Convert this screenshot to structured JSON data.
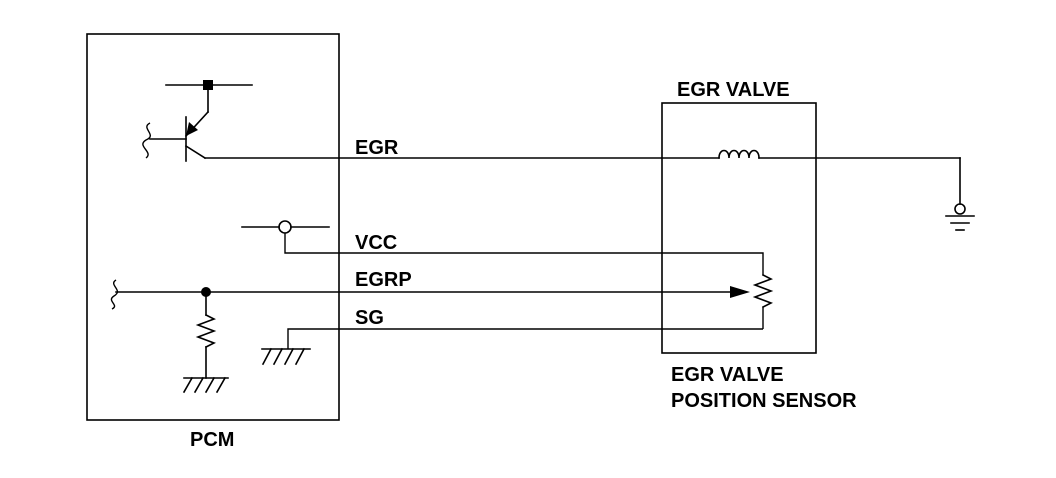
{
  "pcm": {
    "label": "PCM"
  },
  "egr_valve": {
    "label": "EGR VALVE"
  },
  "sensor": {
    "label_line1": "EGR VALVE",
    "label_line2": "POSITION SENSOR"
  },
  "wires": {
    "egr": "EGR",
    "vcc": "VCC",
    "egrp": "EGRP",
    "sg": "SG"
  }
}
